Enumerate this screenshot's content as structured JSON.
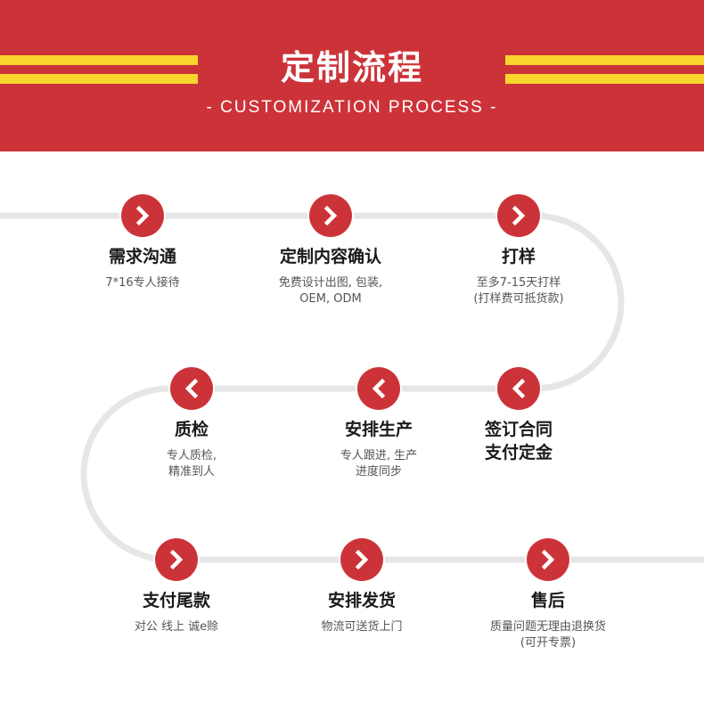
{
  "header": {
    "title": "定制流程",
    "subtitle": "- CUSTOMIZATION PROCESS -",
    "colors": {
      "background": "#cc3339",
      "stripe": "#f9d62e",
      "path": "#e8e8e8"
    }
  },
  "steps": [
    {
      "label": "需求沟通",
      "desc": [
        "7*16专人接待"
      ],
      "icon": "chevron-right-icon"
    },
    {
      "label": "定制内容确认",
      "desc": [
        "免费设计出图, 包装,",
        "OEM, ODM"
      ],
      "icon": "chevron-right-icon"
    },
    {
      "label": "打样",
      "desc": [
        "至多7-15天打样",
        "(打样费可抵货款)"
      ],
      "icon": "chevron-right-icon"
    },
    {
      "label": "签订合同支付定金",
      "desc": [],
      "icon": "chevron-left-icon"
    },
    {
      "label": "安排生产",
      "desc": [
        "专人跟进, 生产",
        "进度同步"
      ],
      "icon": "chevron-left-icon"
    },
    {
      "label": "质检",
      "desc": [
        "专人质检,",
        "精准到人"
      ],
      "icon": "chevron-left-icon"
    },
    {
      "label": "支付尾款",
      "desc": [
        "对公  线上  诚e赊"
      ],
      "icon": "chevron-right-icon"
    },
    {
      "label": "安排发货",
      "desc": [
        "物流可送货上门"
      ],
      "icon": "chevron-right-icon"
    },
    {
      "label": "售后",
      "desc": [
        "质量问题无理由退换货",
        "(可开专票)"
      ],
      "icon": "chevron-right-icon"
    }
  ]
}
